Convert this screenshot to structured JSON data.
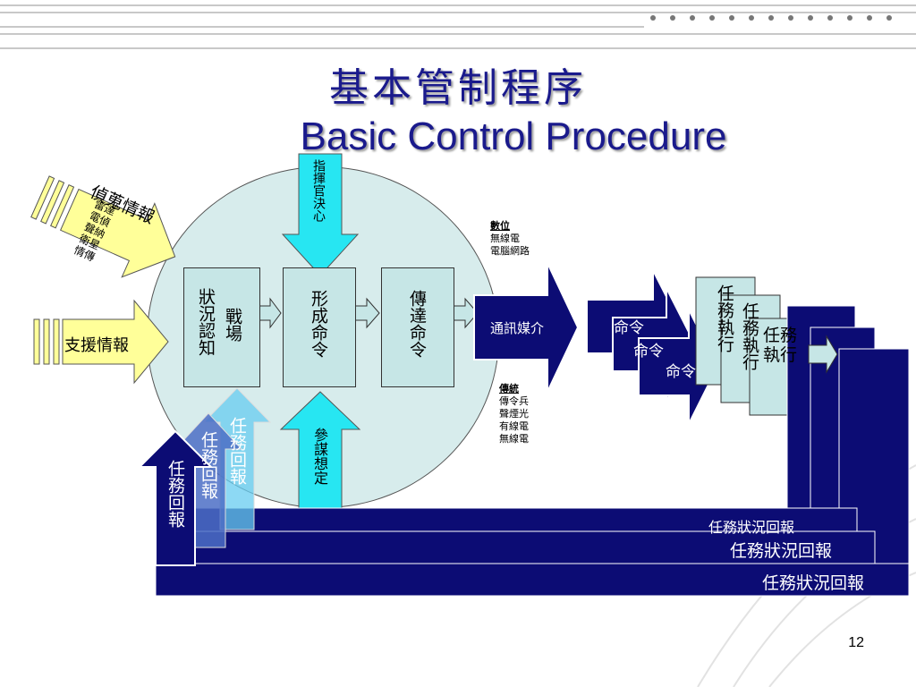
{
  "title": {
    "zh": "基本管制程序",
    "en": "Basic Control Procedure"
  },
  "inputs": {
    "recon": {
      "label": "偵蒐情報",
      "sources": [
        "雷達",
        "電偵",
        "聲納",
        "衛星",
        "情傳"
      ]
    },
    "support": {
      "label": "支援情報"
    }
  },
  "process": {
    "situation": {
      "a": "狀況認知",
      "b": "戰場"
    },
    "form_order": "形成命令",
    "transmit_order": "傳達命令"
  },
  "commander": "指揮官決心",
  "staff": "參謀想定",
  "media": {
    "label": "通訊媒介",
    "digital": {
      "title": "數位",
      "items": [
        "無線電",
        "電腦網路"
      ]
    },
    "traditional": {
      "title": "傳統",
      "items": [
        "傳令兵",
        "聲煙光",
        "有線電",
        "無線電"
      ]
    }
  },
  "orders": [
    "命令",
    "命令",
    "命令"
  ],
  "execution": [
    "任務執行",
    "任務執行",
    "任務執行"
  ],
  "reports": [
    "任務回報",
    "任務回報",
    "任務回報"
  ],
  "status_reports": [
    "任務狀況回報",
    "任務狀況回報",
    "任務狀況回報"
  ],
  "page_number": "12",
  "colors": {
    "navy": "#0c0c74",
    "yellow": "#ffff99",
    "cyan": "#27e6f2",
    "light_cyan": "#67ccf0",
    "box": "#c6e6e6",
    "circle": "#d7ecec",
    "title": "#1a1a8c"
  }
}
